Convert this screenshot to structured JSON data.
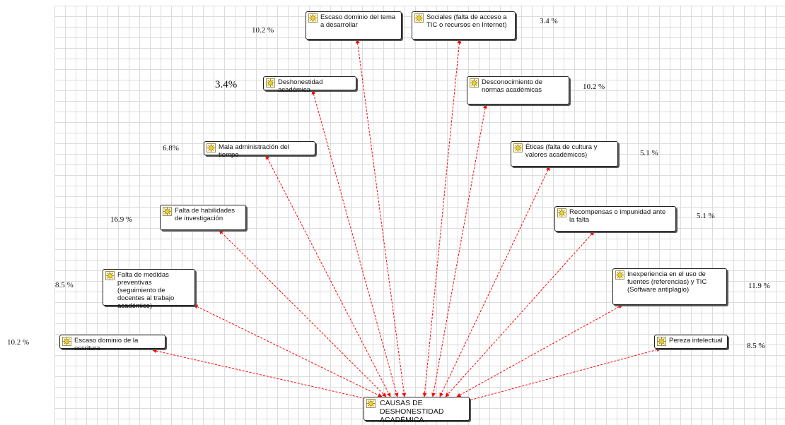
{
  "central": {
    "label": "CAUSAS DE DESHONESTIDAD ACADÉMICA"
  },
  "causes": [
    {
      "label": "Escaso dominio del tema a desarrollar",
      "percent": "10.2 %"
    },
    {
      "label": "Sociales (falta de acceso a TIC o recursos en Internet)",
      "percent": "3.4 %"
    },
    {
      "label": "Deshonestidad académica",
      "percent": "3.4%"
    },
    {
      "label": "Desconocimiento de normas académicas",
      "percent": "10.2 %"
    },
    {
      "label": "Mala administración del tiempo",
      "percent": "6.8%"
    },
    {
      "label": "Éticas (falta de cultura y valores académicos)",
      "percent": "5.1 %"
    },
    {
      "label": "Falta de habilidades de investigación",
      "percent": "16.9 %"
    },
    {
      "label": "Recompensas o impunidad ante la falta",
      "percent": "5.1 %"
    },
    {
      "label": "Falta de medidas preventivas (seguimiento de docentes al trabajo académico)",
      "percent": "8.5 %"
    },
    {
      "label": "Inexperiencia en el uso de fuentes (referencias) y TIC (Software antiplagio)",
      "percent": "11.9 %"
    },
    {
      "label": "Escaso dominio de la escritura",
      "percent": "10.2 %"
    },
    {
      "label": "Pereza intelectual",
      "percent": "8.5 %"
    }
  ],
  "colors": {
    "arrow": "#ff0000",
    "bulb": "#f2d21b",
    "grid": "#dcdcdc"
  },
  "icons": {
    "node": "lightbulb-icon"
  }
}
